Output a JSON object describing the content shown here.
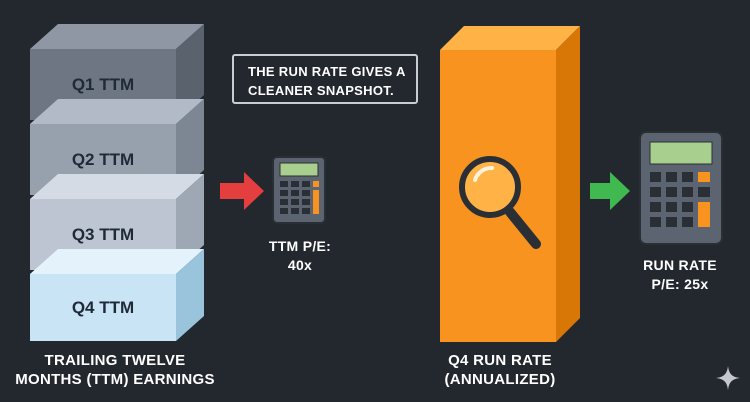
{
  "stack": {
    "blocks": [
      "Q1 TTM",
      "Q2 TTM",
      "Q3 TTM",
      "Q4 TTM"
    ],
    "caption_line1": "TRAILING TWELVE",
    "caption_line2": "MONTHS (TTM) EARNINGS"
  },
  "ttm_result": {
    "line1": "TTM P/E:",
    "line2": "40x"
  },
  "callout": {
    "line1": "THE RUN RATE GIVES A",
    "line2": "CLEANER SNAPSHOT."
  },
  "run_rate_block": {
    "caption_line1": "Q4 RUN RATE",
    "caption_line2": "(ANNUALIZED)"
  },
  "run_rate_result": {
    "line1": "RUN RATE",
    "line2": "P/E: 25x"
  },
  "colors": {
    "background": "#23272e",
    "orange": "#f7931e",
    "red_arrow": "#e53e3e",
    "green_arrow": "#3fb950"
  }
}
